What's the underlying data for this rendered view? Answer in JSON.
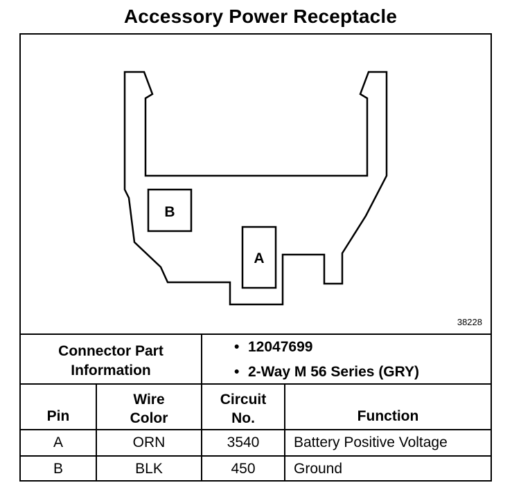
{
  "title": "Accessory Power Receptacle",
  "figure_id": "38228",
  "connector": {
    "header_label": "Connector Part Information",
    "header_line1": "Connector Part",
    "header_line2": "Information",
    "bullet_symbol": "•",
    "bullets": [
      "12047699",
      "2-Way M 56 Series (GRY)"
    ]
  },
  "diagram": {
    "terminals": [
      {
        "label": "B"
      },
      {
        "label": "A"
      }
    ]
  },
  "table": {
    "headers": {
      "pin": "Pin",
      "wire_line1": "Wire",
      "wire_line2": "Color",
      "circuit_line1": "Circuit",
      "circuit_line2": "No.",
      "function": "Function"
    },
    "rows": [
      {
        "pin": "A",
        "wire_color": "ORN",
        "circuit": "3540",
        "function": "Battery Positive Voltage"
      },
      {
        "pin": "B",
        "wire_color": "BLK",
        "circuit": "450",
        "function": "Ground"
      }
    ]
  }
}
